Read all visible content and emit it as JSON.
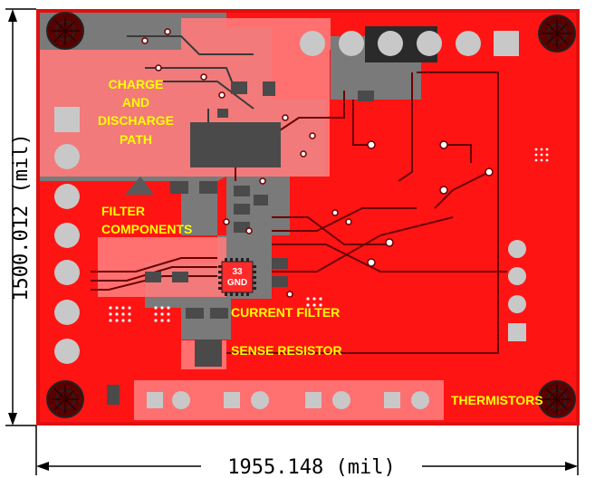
{
  "dimensions": {
    "width_label": "1955.148 (mil)",
    "height_label": "1500.012 (mil)"
  },
  "labels": {
    "charge_path": [
      "CHARGE",
      "AND",
      "DISCHARGE",
      "PATH"
    ],
    "filter_components": [
      "FILTER",
      "COMPONENTS"
    ],
    "current_filter": "CURRENT FILTER",
    "sense_resistor": "SENSE RESISTOR",
    "thermistors": "THERMISTORS"
  },
  "chip": {
    "pin": "33",
    "net": "GND"
  },
  "colors": {
    "copper": "#ff1414",
    "highlight": "#ff7070",
    "mask_dark": "#7a7a7a",
    "label_text": "#ffff00",
    "pad": "#c8c8c8"
  }
}
